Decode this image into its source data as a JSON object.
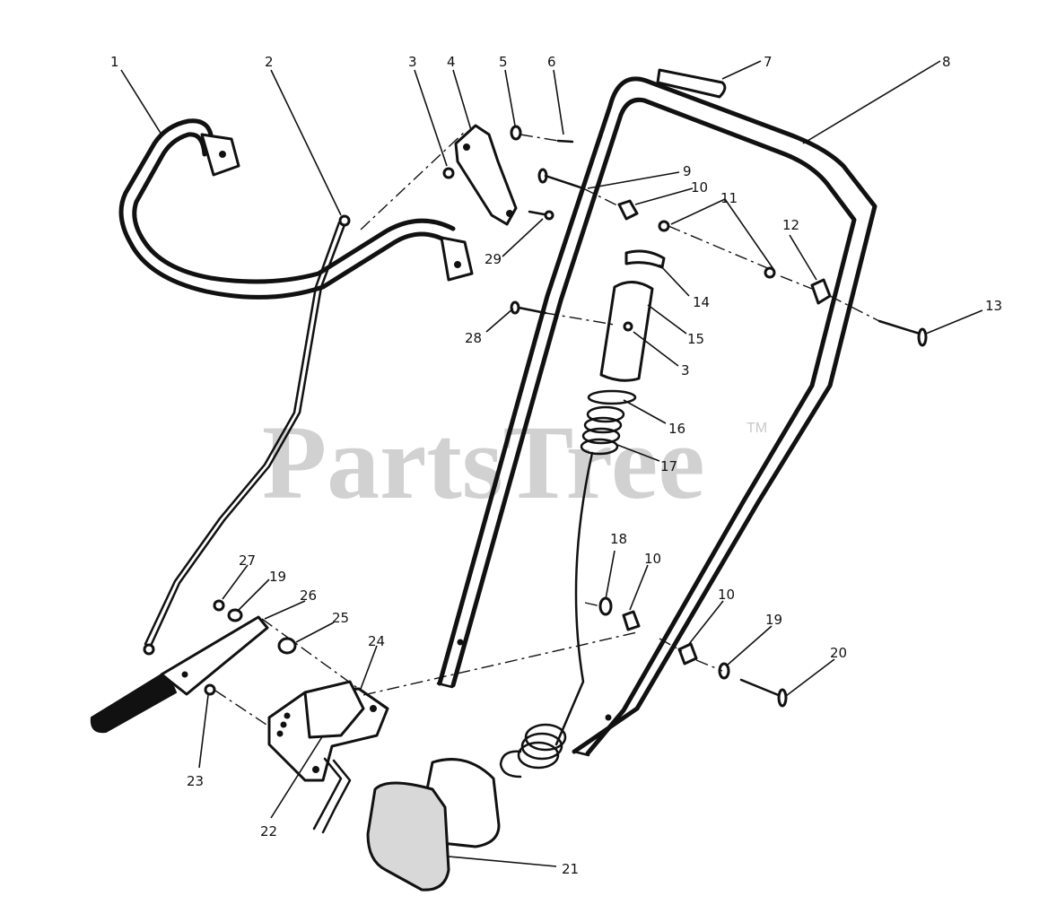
{
  "watermark": {
    "text": "PartsTree",
    "trademark": "TM"
  },
  "callouts": [
    {
      "id": "callout-1",
      "label": "1"
    },
    {
      "id": "callout-2",
      "label": "2"
    },
    {
      "id": "callout-3a",
      "label": "3"
    },
    {
      "id": "callout-4",
      "label": "4"
    },
    {
      "id": "callout-5",
      "label": "5"
    },
    {
      "id": "callout-6",
      "label": "6"
    },
    {
      "id": "callout-7",
      "label": "7"
    },
    {
      "id": "callout-8",
      "label": "8"
    },
    {
      "id": "callout-9",
      "label": "9"
    },
    {
      "id": "callout-10a",
      "label": "10"
    },
    {
      "id": "callout-11",
      "label": "11"
    },
    {
      "id": "callout-12",
      "label": "12"
    },
    {
      "id": "callout-13",
      "label": "13"
    },
    {
      "id": "callout-14",
      "label": "14"
    },
    {
      "id": "callout-15",
      "label": "15"
    },
    {
      "id": "callout-3b",
      "label": "3"
    },
    {
      "id": "callout-16",
      "label": "16"
    },
    {
      "id": "callout-17",
      "label": "17"
    },
    {
      "id": "callout-18",
      "label": "18"
    },
    {
      "id": "callout-10b",
      "label": "10"
    },
    {
      "id": "callout-10c",
      "label": "10"
    },
    {
      "id": "callout-19a",
      "label": "19"
    },
    {
      "id": "callout-19b",
      "label": "19"
    },
    {
      "id": "callout-20",
      "label": "20"
    },
    {
      "id": "callout-21",
      "label": "21"
    },
    {
      "id": "callout-22",
      "label": "22"
    },
    {
      "id": "callout-23",
      "label": "23"
    },
    {
      "id": "callout-24",
      "label": "24"
    },
    {
      "id": "callout-25",
      "label": "25"
    },
    {
      "id": "callout-26",
      "label": "26"
    },
    {
      "id": "callout-27",
      "label": "27"
    },
    {
      "id": "callout-28",
      "label": "28"
    },
    {
      "id": "callout-29",
      "label": "29"
    }
  ]
}
